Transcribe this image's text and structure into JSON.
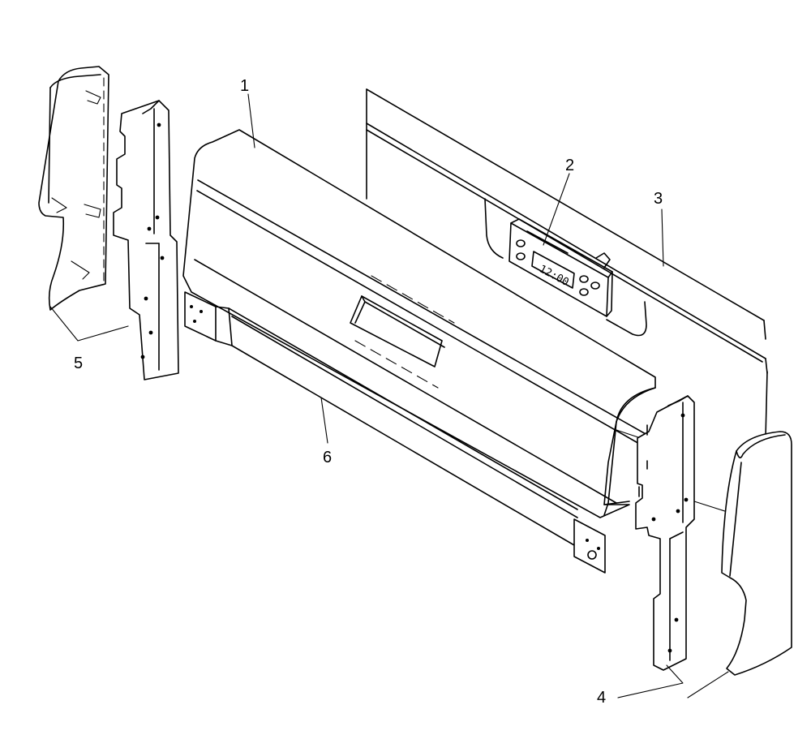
{
  "callouts": [
    {
      "id": "1",
      "text": "1"
    },
    {
      "id": "2",
      "text": "2"
    },
    {
      "id": "3",
      "text": "3"
    },
    {
      "id": "4",
      "text": "4"
    },
    {
      "id": "5",
      "text": "5"
    },
    {
      "id": "6",
      "text": "6"
    }
  ],
  "clock_display": "12:00"
}
